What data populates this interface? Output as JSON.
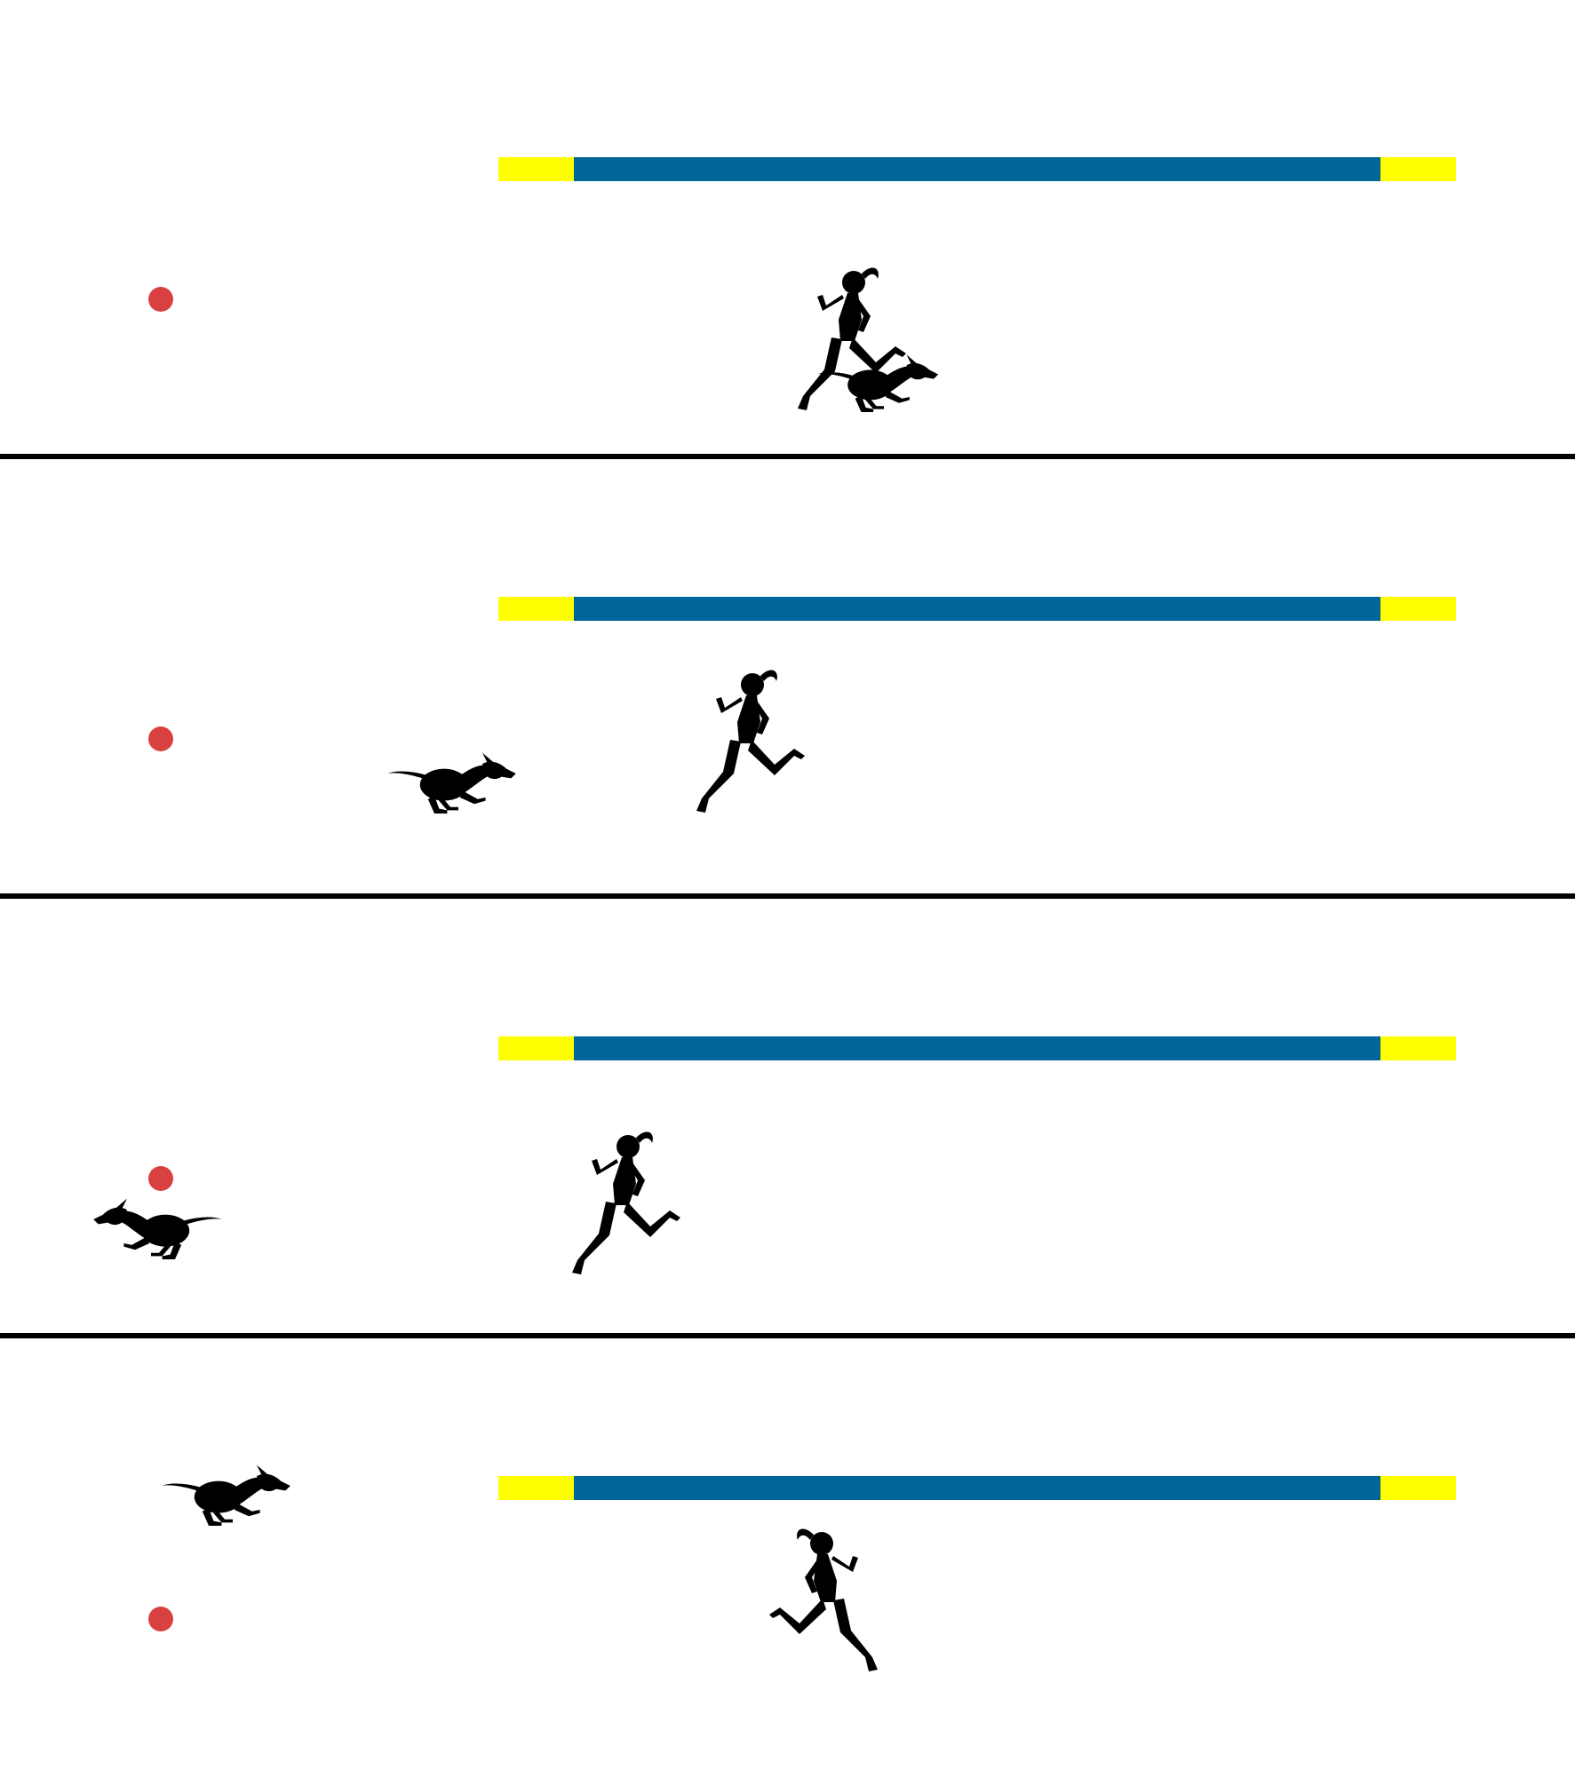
{
  "colors": {
    "background": "#ffffff",
    "separator": "#000000",
    "bar_end": "#ffff00",
    "bar_middle": "#006699",
    "marker_dot": "#d94040",
    "silhouette": "#000000"
  },
  "icons": {
    "runner": "running-woman-silhouette",
    "dog": "running-dog-silhouette",
    "marker": "red-dot"
  },
  "panels": [
    {
      "dog_facing": "right",
      "runner_facing": "right"
    },
    {
      "dog_facing": "right",
      "runner_facing": "right"
    },
    {
      "dog_facing": "left",
      "runner_facing": "right"
    },
    {
      "dog_facing": "right",
      "runner_facing": "left"
    }
  ]
}
